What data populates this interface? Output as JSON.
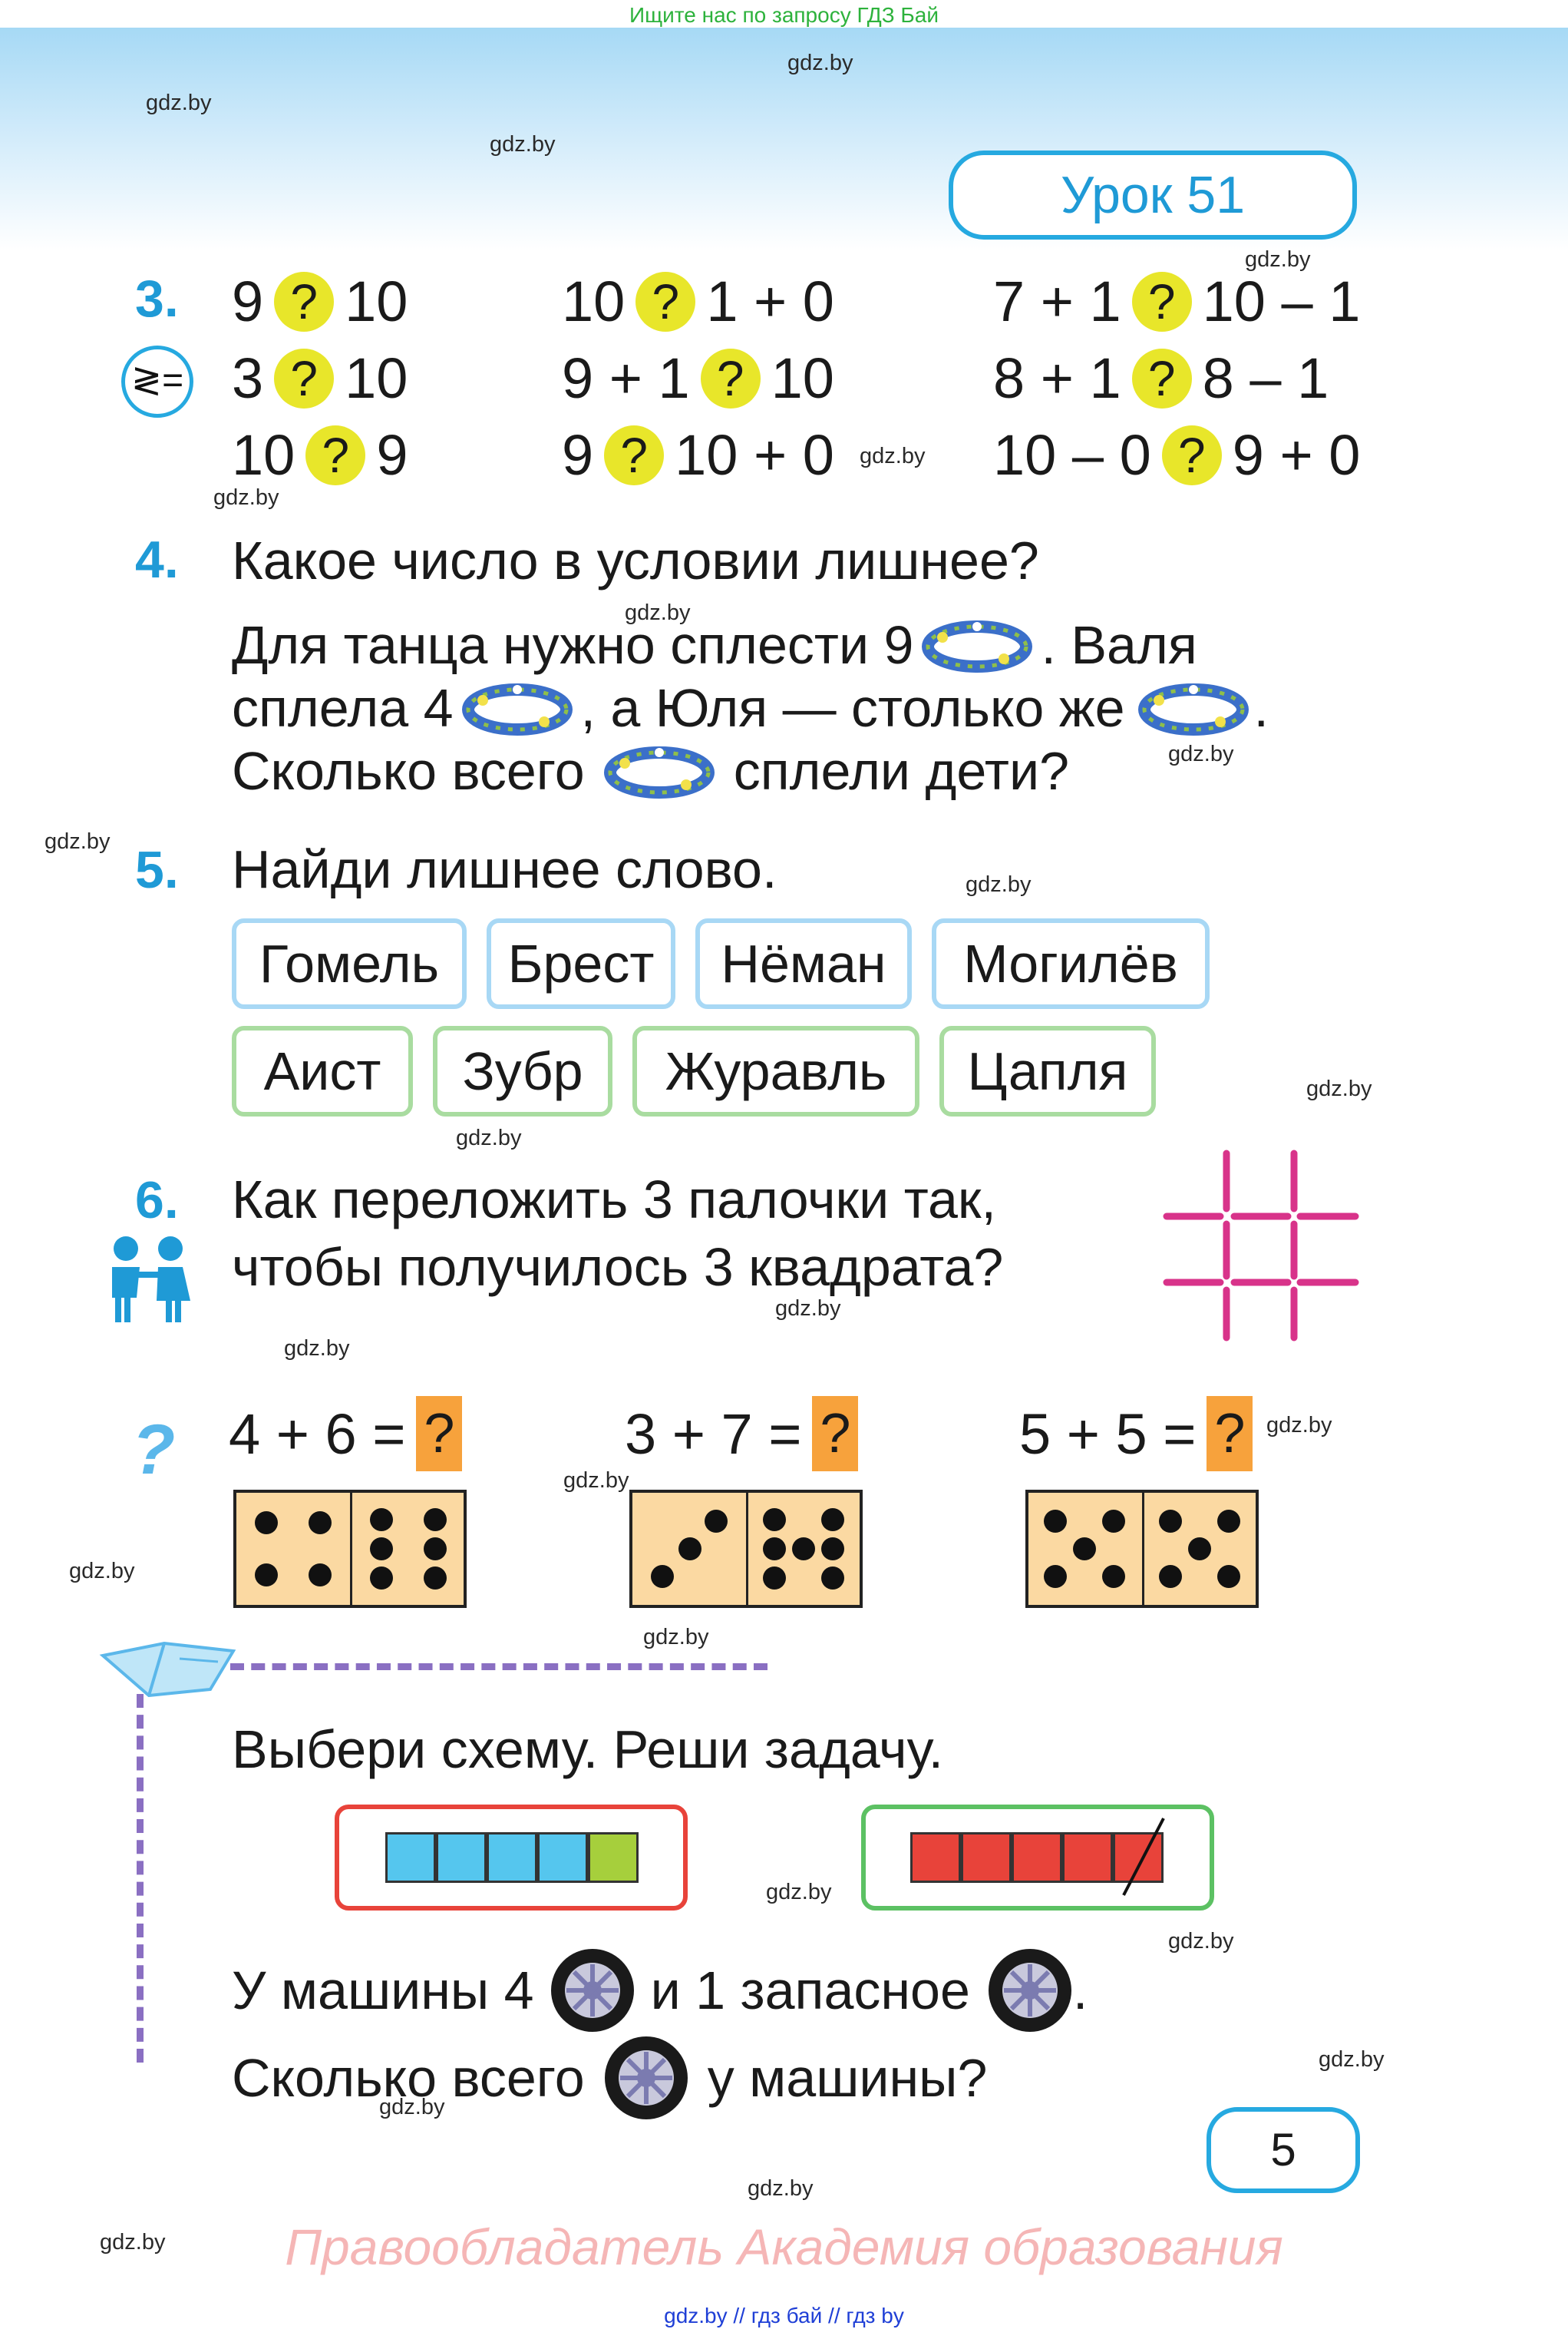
{
  "top_banner": "Ищите нас по запросу ГДЗ Бай",
  "watermark": "gdz.by",
  "lesson_title": "Урок 51",
  "task3": {
    "number": "3.",
    "icon_symbol": "≷=",
    "columns": [
      [
        [
          "9",
          "10"
        ],
        [
          "3",
          "10"
        ],
        [
          "10",
          "9"
        ]
      ],
      [
        [
          "10",
          "1 + 0"
        ],
        [
          "9 + 1",
          "10"
        ],
        [
          "9",
          "10 + 0"
        ]
      ],
      [
        [
          "7 + 1",
          "10 – 1"
        ],
        [
          "8 + 1",
          "8 – 1"
        ],
        [
          "10 – 0",
          "9 + 0"
        ]
      ]
    ],
    "placeholder": "?"
  },
  "task4": {
    "number": "4.",
    "question": "Какое число в условии лишнее?",
    "line1_a": "Для танца нужно сплести 9",
    "line1_b": ". Валя",
    "line2_a": "сплела 4",
    "line2_b": ", а Юля — столько же",
    "line2_c": ".",
    "line3_a": "Сколько всего",
    "line3_b": "сплели дети?"
  },
  "task5": {
    "number": "5.",
    "question": "Найди лишнее слово.",
    "words_row1": [
      "Гомель",
      "Брест",
      "Нёман",
      "Могилёв"
    ],
    "words_row2": [
      "Аист",
      "Зубр",
      "Журавль",
      "Цапля"
    ]
  },
  "task6": {
    "number": "6.",
    "line1": "Как переложить 3 палочки так,",
    "line2": "чтобы получилось 3 квадрата?"
  },
  "task7": {
    "equations": [
      "4 + 6 =",
      "3 + 7 =",
      "5 + 5 ="
    ],
    "placeholder": "?"
  },
  "task8": {
    "title": "Выбери схему. Реши задачу.",
    "line1_a": "У машины 4",
    "line1_b": "и 1 запасное",
    "line1_c": ".",
    "line2_a": "Сколько всего",
    "line2_b": "у машины?"
  },
  "page_number": "5",
  "copyright": "Правообладатель Академия образования",
  "bottom_links": "gdz.by  //  гдз бай  //  гдз by",
  "colors": {
    "accent_blue": "#1f9ad6",
    "question_yellow": "#e8e62a",
    "answer_orange": "#f7a23c",
    "domino_fill": "#fbd9a2",
    "scheme_red": "#e8433a",
    "scheme_blue": "#55c6ee",
    "scheme_green": "#a6cf3c"
  },
  "icons": [
    "compare-icon",
    "wreath-icon",
    "kids-icon",
    "question-icon",
    "book-icon",
    "wheel-icon",
    "matchsticks-icon"
  ]
}
